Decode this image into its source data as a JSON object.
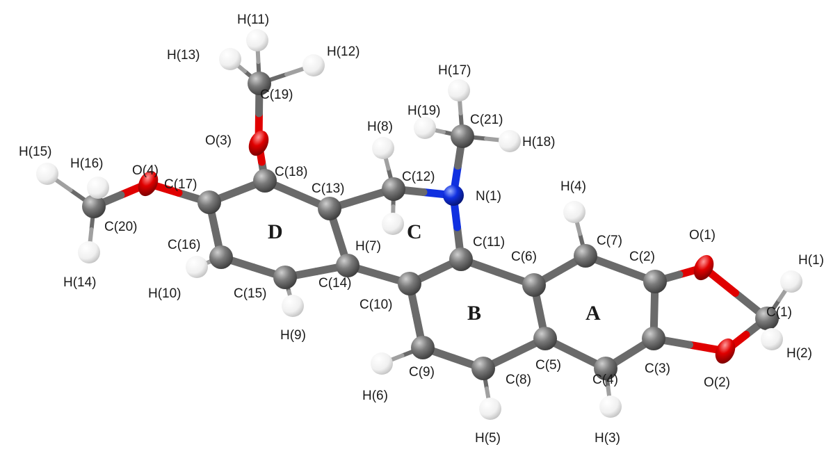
{
  "colors": {
    "carbon": "#6e6e6e",
    "oxygen": "#e00000",
    "nitrogen": "#1030e0",
    "hydrogen": "#f2f2f2",
    "background": "#ffffff"
  },
  "ring_labels": {
    "A": "A",
    "B": "B",
    "C": "C",
    "D": "D"
  },
  "atoms": {
    "C1": "C(1)",
    "C2": "C(2)",
    "C3": "C(3)",
    "C4": "C(4)",
    "C5": "C(5)",
    "C6": "C(6)",
    "C7": "C(7)",
    "C8": "C(8)",
    "C9": "C(9)",
    "C10": "C(10)",
    "C11": "C(11)",
    "C12": "C(12)",
    "C13": "C(13)",
    "C14": "C(14)",
    "C15": "C(15)",
    "C16": "C(16)",
    "C17": "C(17)",
    "C18": "C(18)",
    "C19": "C(19)",
    "C20": "C(20)",
    "C21": "C(21)",
    "N1": "N(1)",
    "O1": "O(1)",
    "O2": "O(2)",
    "O3": "O(3)",
    "O4": "O(4)",
    "H1": "H(1)",
    "H2": "H(2)",
    "H3": "H(3)",
    "H4": "H(4)",
    "H5": "H(5)",
    "H6": "H(6)",
    "H7": "H(7)",
    "H8": "H(8)",
    "H9": "H(9)",
    "H10": "H(10)",
    "H11": "H(11)",
    "H12": "H(12)",
    "H13": "H(13)",
    "H14": "H(14)",
    "H15": "H(15)",
    "H16": "H(16)",
    "H17": "H(17)",
    "H18": "H(18)",
    "H19": "H(19)"
  }
}
